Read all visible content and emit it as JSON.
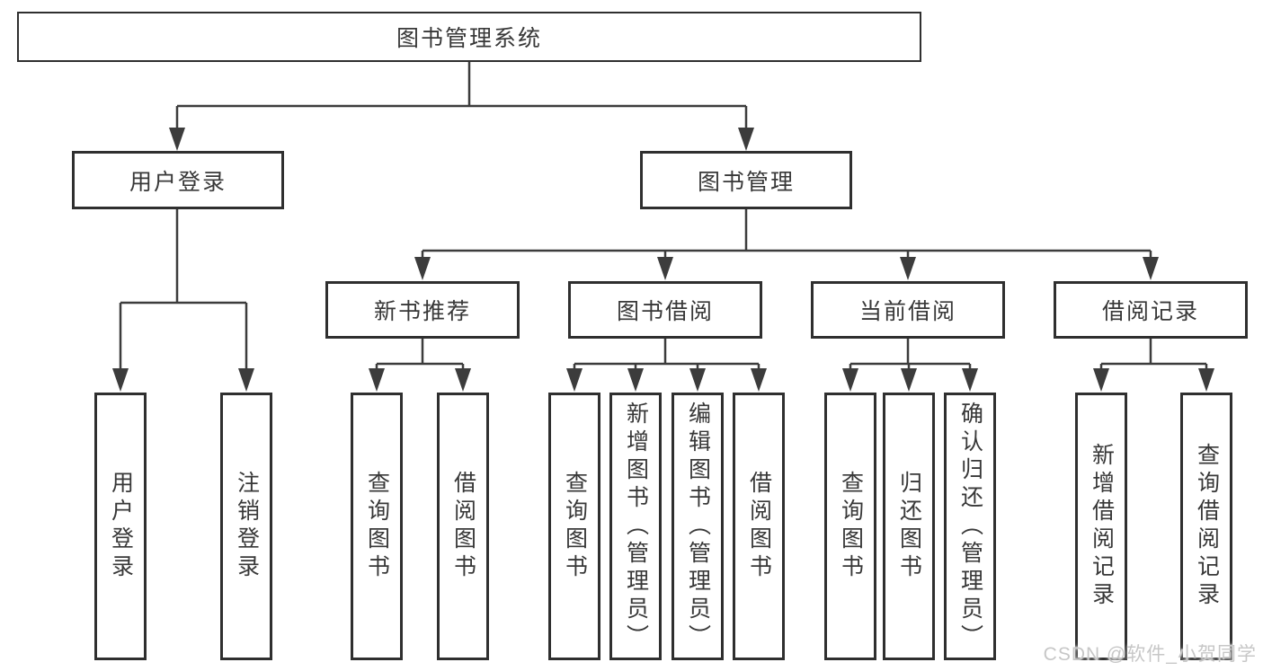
{
  "diagram_title": "图书管理系统",
  "root": {
    "label": "图书管理系统",
    "children": [
      {
        "label": "用户登录",
        "children": [
          {
            "label": "用户登录"
          },
          {
            "label": "注销登录"
          }
        ]
      },
      {
        "label": "图书管理",
        "children": [
          {
            "label": "新书推荐",
            "children": [
              {
                "label": "查询图书"
              },
              {
                "label": "借阅图书"
              }
            ]
          },
          {
            "label": "图书借阅",
            "children": [
              {
                "label": "查询图书"
              },
              {
                "label": "新增图书（管理员）"
              },
              {
                "label": "编辑图书（管理员）"
              },
              {
                "label": "借阅图书"
              }
            ]
          },
          {
            "label": "当前借阅",
            "children": [
              {
                "label": "查询图书"
              },
              {
                "label": "归还图书"
              },
              {
                "label": "确认归还（管理员）"
              }
            ]
          },
          {
            "label": "借阅记录",
            "children": [
              {
                "label": "新增借阅记录"
              },
              {
                "label": "查询借阅记录"
              }
            ]
          }
        ]
      }
    ]
  },
  "watermark": "CSDN @软件_小贺同学",
  "colors": {
    "line": "#3c3c3c",
    "box_border": "#2f2f2f",
    "box_fill": "#ffffff",
    "text": "#383838",
    "watermark": "#c7c7c7",
    "background": "#ffffff"
  }
}
